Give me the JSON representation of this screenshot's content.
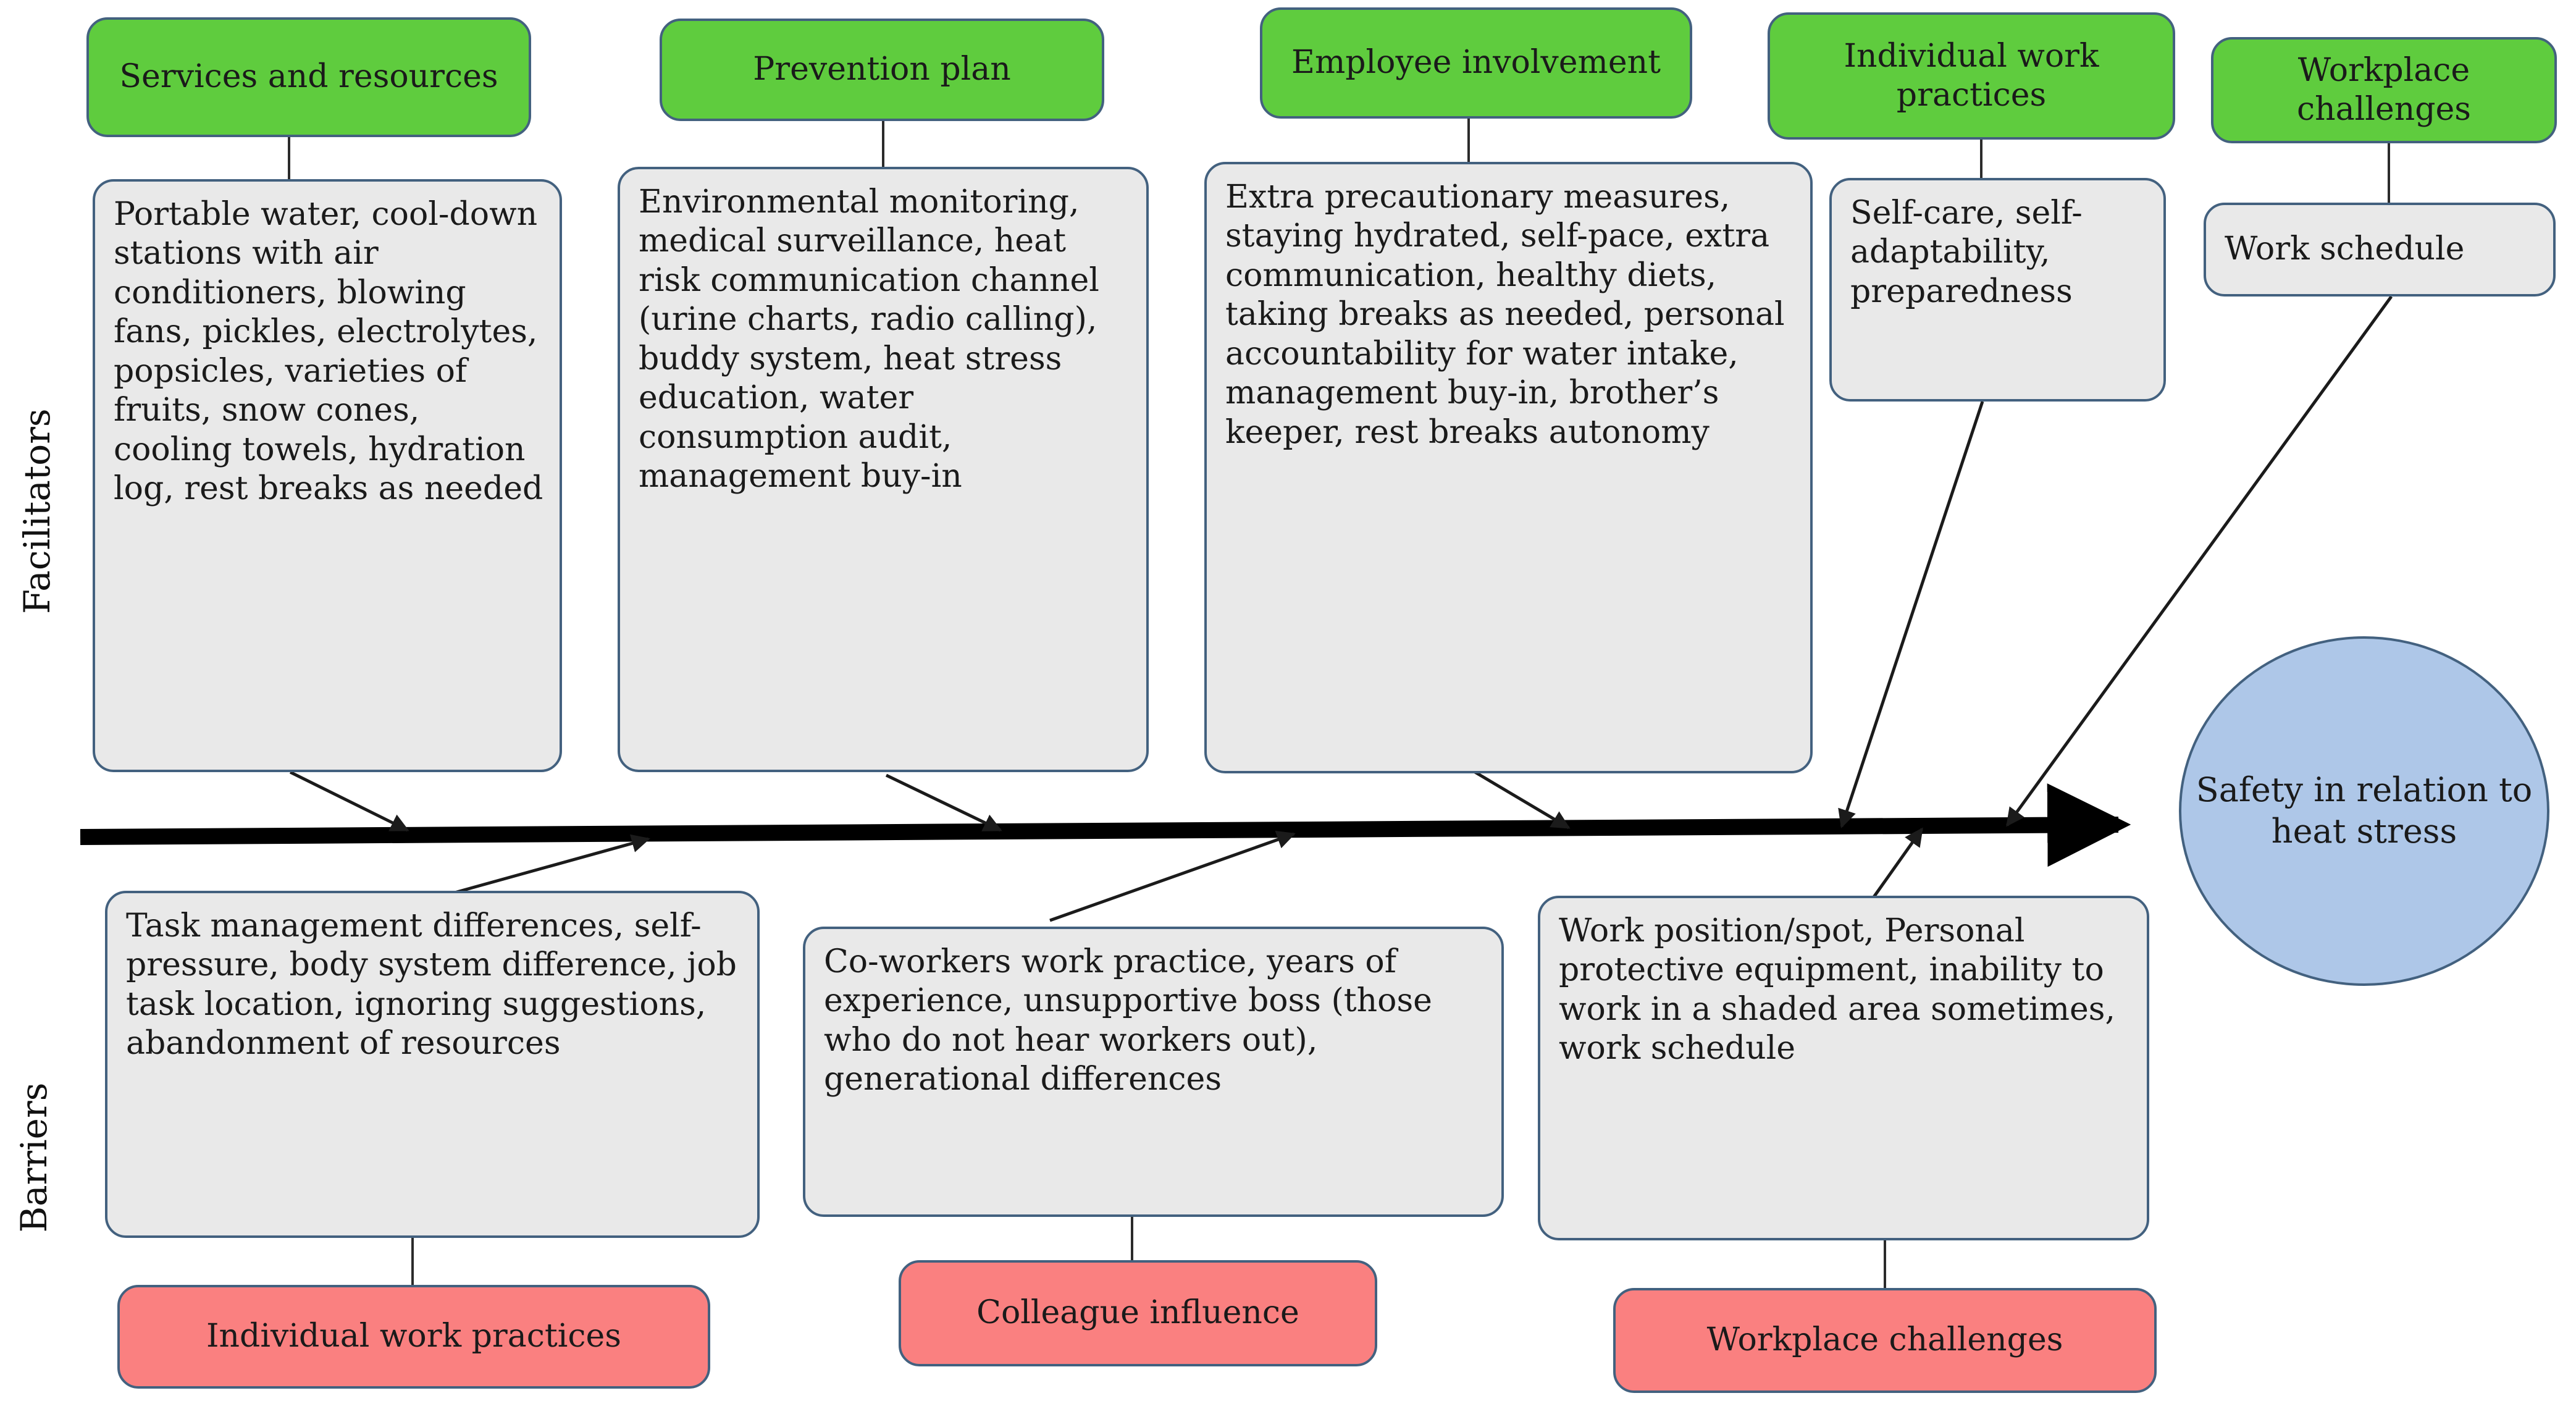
{
  "diagram": {
    "type": "fishbone",
    "title": "",
    "side_labels": {
      "top": "Facilitators",
      "bottom": "Barriers"
    },
    "effect": {
      "label": "Safety in relation to heat stress",
      "color": "#AEC7E8"
    },
    "spine": {
      "color": "#000000",
      "direction": "left-to-right"
    },
    "colors": {
      "facilitator_category": "#5FCC3E",
      "barrier_category": "#FA8080",
      "detail_box": "#E9E9E9",
      "border": "#43617F",
      "effect": "#AEC7E8"
    },
    "facilitators": [
      {
        "category": "Services and resources",
        "detail": "Portable water, cool-down stations with air conditioners, blowing fans, pickles, electrolytes, popsicles, varieties of fruits, snow cones, cooling towels, hydration log, rest breaks as needed"
      },
      {
        "category": "Prevention plan",
        "detail": "Environmental monitoring, medical surveillance, heat risk communication channel (urine charts, radio calling), buddy system, heat stress education, water consumption audit, management buy-in"
      },
      {
        "category": "Employee involvement",
        "detail": "Extra precautionary measures, staying hydrated, self-pace, extra communication, healthy diets, taking breaks as needed, personal accountability for water intake, management buy-in, brother’s keeper, rest breaks autonomy"
      },
      {
        "category": "Individual work practices",
        "detail": "Self-care, self-adaptability, preparedness"
      },
      {
        "category": "Workplace challenges",
        "detail": "Work schedule"
      }
    ],
    "barriers": [
      {
        "category": "Individual work practices",
        "detail": "Task management differences, self-pressure, body system difference, job task location, ignoring suggestions, abandonment of resources"
      },
      {
        "category": "Colleague influence",
        "detail": "Co-workers work practice, years of experience, unsupportive boss (those who do not hear workers out), generational differences"
      },
      {
        "category": "Workplace challenges",
        "detail": "Work position/spot, Personal protective equipment, inability to work in a shaded area sometimes, work schedule"
      }
    ]
  }
}
